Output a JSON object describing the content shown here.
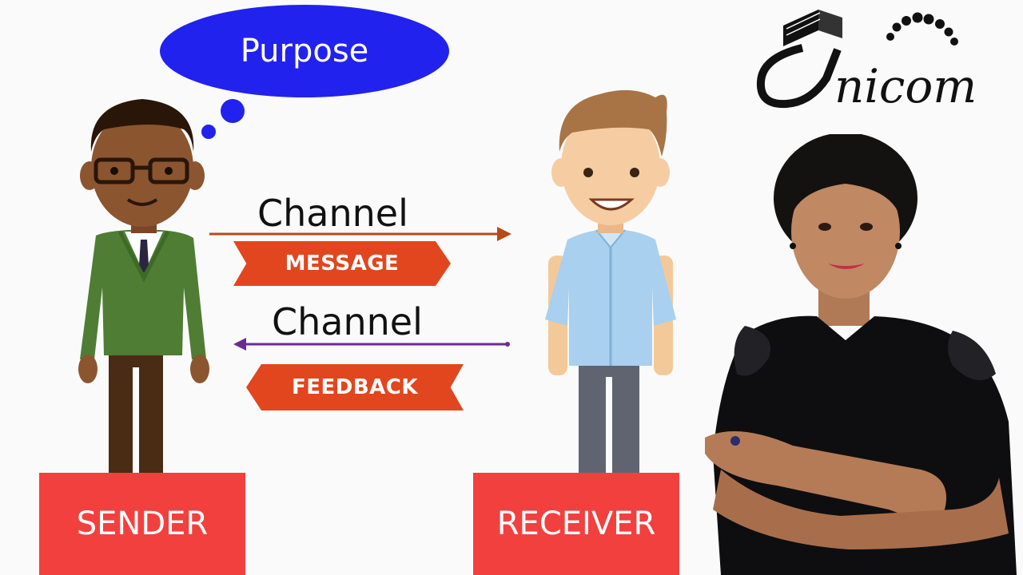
{
  "thought": {
    "label": "Purpose"
  },
  "channels": [
    {
      "label": "Channel",
      "direction": "sender-to-receiver"
    },
    {
      "label": "Channel",
      "direction": "receiver-to-sender"
    }
  ],
  "ribbons": {
    "message": "MESSAGE",
    "feedback": "FEEDBACK"
  },
  "roles": {
    "sender": "SENDER",
    "receiver": "RECEIVER"
  },
  "logo": {
    "text": "nicom"
  },
  "colors": {
    "bubble": "#2222ee",
    "ribbon": "#e2461e",
    "role_box": "#f2403f",
    "message_arrow": "#b8491a",
    "feedback_arrow": "#6a2b92",
    "background": "#fafafa"
  },
  "icons": [
    "thought-bubble-icon",
    "sender-person-icon",
    "receiver-person-icon",
    "presenter-photo",
    "unicom-logo-icon"
  ]
}
